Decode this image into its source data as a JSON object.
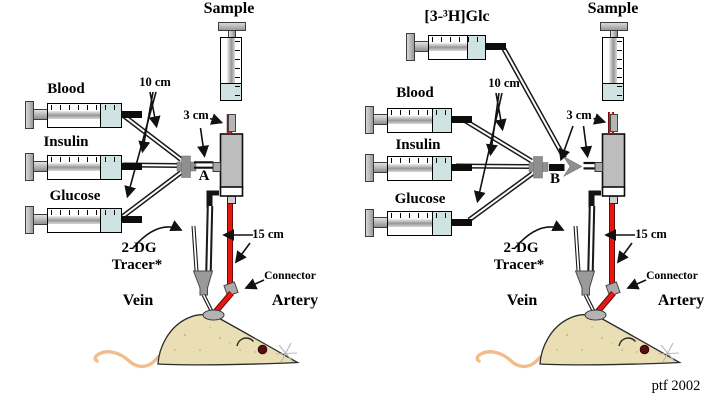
{
  "signature": "ptf 2002",
  "colors": {
    "tube_red": "#e6170f",
    "liquid_blue": "#cfe4e2",
    "mouse_tan": "#eadfb4",
    "connector_gray": "#9a9a9a"
  },
  "panel_a": {
    "sample": "Sample",
    "blood": "Blood",
    "insulin": "Insulin",
    "glucose": "Glucose",
    "dist_infusion": "10 cm",
    "dist_junction": "3 cm",
    "junction": "A",
    "tracer_line1": "2-DG",
    "tracer_line2": "Tracer*",
    "vein": "Vein",
    "dist_artery": "15 cm",
    "connector": "Connector",
    "artery": "Artery"
  },
  "panel_b": {
    "tracer_syringe": "[3-³H]Glc",
    "sample": "Sample",
    "blood": "Blood",
    "insulin": "Insulin",
    "glucose": "Glucose",
    "dist_infusion": "10 cm",
    "dist_junction": "3 cm",
    "junction": "B",
    "tracer_line1": "2-DG",
    "tracer_line2": "Tracer*",
    "vein": "Vein",
    "dist_artery": "15 cm",
    "connector": "Connector",
    "artery": "Artery"
  }
}
